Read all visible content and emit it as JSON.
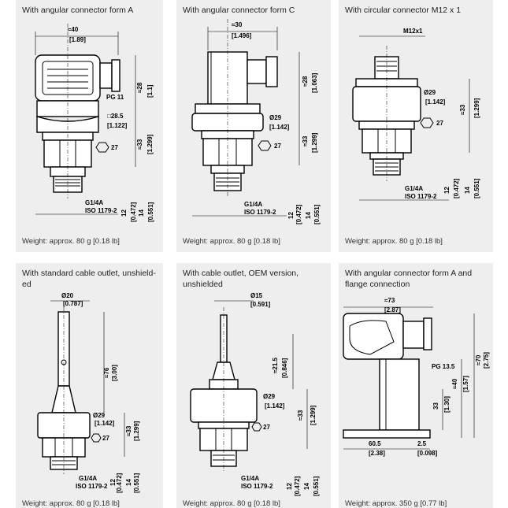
{
  "panels": [
    {
      "title": "With angular connector form A",
      "weight": "Weight: approx. 80 g [0.18 lb]",
      "dims": {
        "top_w": "≈40",
        "top_w_in": "[1.89]",
        "conn_h": "≈28",
        "conn_h_in": "[1.1]",
        "pg": "PG 11",
        "sq": "□28.5",
        "sq_in": "[1.122]",
        "hex": "27",
        "body_h": "≈33",
        "body_h_in": "[1.299]",
        "thread": "G1/4A",
        "iso": "ISO 1179-2",
        "h12": "12",
        "h12_in": "[0.472]",
        "h14": "14",
        "h14_in": "[0.551]"
      }
    },
    {
      "title": "With angular connector form C",
      "weight": "Weight: approx. 80 g [0.18 lb]",
      "dims": {
        "top_w": "≈30",
        "top_w_in": "[1.496]",
        "conn_h": "≈28",
        "conn_h_in": "[1.063]",
        "dia": "Ø29",
        "dia_in": "[1.142]",
        "hex": "27",
        "body_h": "≈33",
        "body_h_in": "[1.299]",
        "thread": "G1/4A",
        "iso": "ISO 1179-2",
        "h12": "12",
        "h12_in": "[0.472]",
        "h14": "14",
        "h14_in": "[0.551]"
      }
    },
    {
      "title": "With circular connector M12 x 1",
      "weight": "Weight: approx. 80 g [0.18 lb]",
      "dims": {
        "m12": "M12x1",
        "dia": "Ø29",
        "dia_in": "[1.142]",
        "hex": "27",
        "body_h": "≈33",
        "body_h_in": "[1.299]",
        "thread": "G1/4A",
        "iso": "ISO 1179-2",
        "h12": "12",
        "h12_in": "[0.472]",
        "h14": "14",
        "h14_in": "[0.551]"
      }
    },
    {
      "title": "With standard cable outlet, unshield-ed",
      "weight": "Weight: approx. 80 g [0.18 lb]",
      "dims": {
        "dia20": "Ø20",
        "dia20_in": "[0.787]",
        "cable_h": "≈76",
        "cable_h_in": "[3.00]",
        "dia29": "Ø29",
        "dia29_in": "[1.142]",
        "body_h": "≈33",
        "body_h_in": "[1.299]",
        "hex": "27",
        "thread": "G1/4A",
        "iso": "ISO 1179-2",
        "h12": "12",
        "h12_in": "[0.472]",
        "h14": "14",
        "h14_in": "[0.551]"
      }
    },
    {
      "title": "With cable outlet, OEM version, unshielded",
      "weight": "Weight: approx. 80 g [0.18 lb]",
      "dims": {
        "dia15": "Ø15",
        "dia15_in": "[0.591]",
        "cable_h": "≈21.5",
        "cable_h_in": "[0.846]",
        "dia29": "Ø29",
        "dia29_in": "[1.142]",
        "body_h": "≈33",
        "body_h_in": "[1.299]",
        "hex": "27",
        "thread": "G1/4A",
        "iso": "ISO 1179-2",
        "h12": "12",
        "h12_in": "[0.472]",
        "h14": "14",
        "h14_in": "[0.551]"
      }
    },
    {
      "title": "With angular connector form A and flange connection",
      "weight": "Weight: approx. 350 g [0.77 lb]",
      "dims": {
        "top_w": "≈73",
        "top_w_in": "[2.87]",
        "pg": "PG 13.5",
        "overall_h": "≈70",
        "overall_h_in": "[2.75]",
        "mid_h": "≈40",
        "mid_h_in": "[1.57]",
        "inner_h": "33",
        "inner_h_in": "[1.30]",
        "base_w": "60.5",
        "base_w_in": "[2.38]",
        "foot_w": "2.5",
        "foot_w_in": "[0.098]"
      }
    }
  ]
}
